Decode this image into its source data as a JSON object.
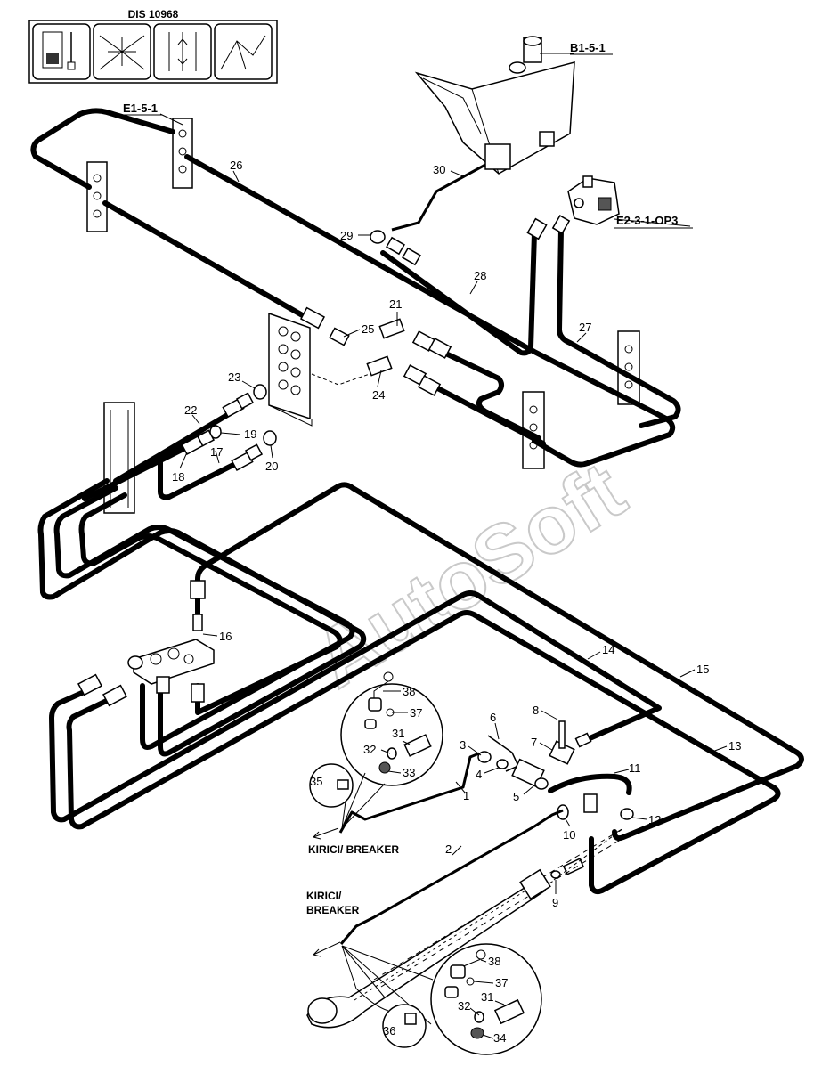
{
  "header": {
    "doc_code": "DIS 10968"
  },
  "icons": [
    "machine-controls-icon",
    "swing-boom-arm-icon",
    "hydraulic-lift-icon",
    "backhoe-arm-icon"
  ],
  "refs": {
    "tank": "B1-5-1",
    "manifold": "E1-5-1",
    "valve": "E2-3-1-OP3"
  },
  "watermark": "AutoSoft",
  "notes": {
    "breaker_lower": "KIRICI/ BREAKER",
    "breaker_upper_line1": "KIRICI/",
    "breaker_upper_line2": "BREAKER"
  },
  "labels": {
    "p1": "1",
    "p2": "2",
    "p3": "3",
    "p4": "4",
    "p5": "5",
    "p6": "6",
    "p7": "7",
    "p8": "8",
    "p9": "9",
    "p10": "10",
    "p11": "11",
    "p12": "12",
    "p13": "13",
    "p14": "14",
    "p15": "15",
    "p16": "16",
    "p17": "17",
    "p18": "18",
    "p19": "19",
    "p20": "20",
    "p21": "21",
    "p22": "22",
    "p23": "23",
    "p24": "24",
    "p25": "25",
    "p26": "26",
    "p27": "27",
    "p28": "28",
    "p29": "29",
    "p30": "30",
    "p31a": "31",
    "p32a": "32",
    "p33": "33",
    "p35": "35",
    "p37a": "37",
    "p38a": "38",
    "p31b": "31",
    "p32b": "32",
    "p34": "34",
    "p36": "36",
    "p37b": "37",
    "p38b": "38"
  }
}
